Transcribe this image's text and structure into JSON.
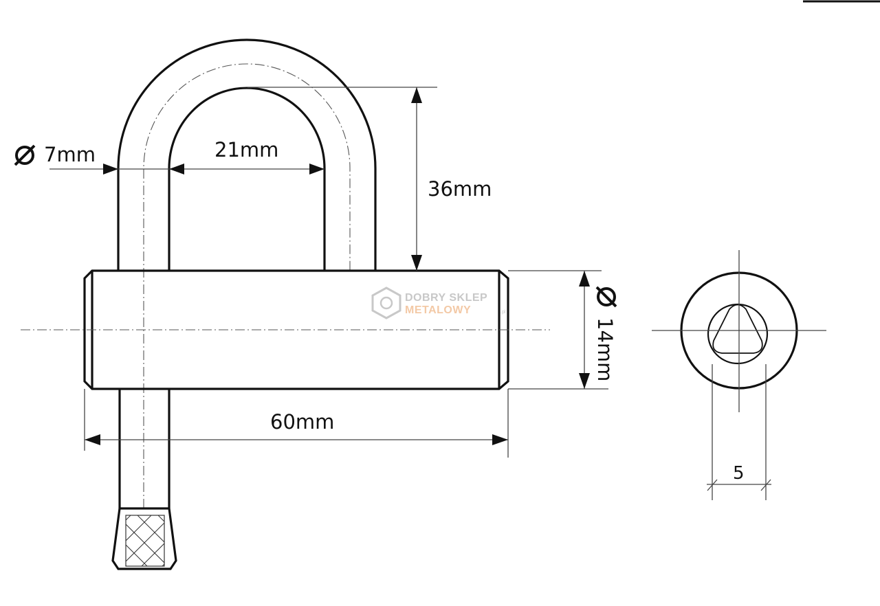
{
  "dimensions": {
    "shackle_diameter": "7mm",
    "shackle_inner_width": "21mm",
    "shackle_height": "36mm",
    "body_diameter": "14mm",
    "body_length": "60mm",
    "key_width": "5"
  },
  "watermark": {
    "line1": "DOBRY SKLEP",
    "line2": "METALOWY",
    "suffix": ".pl"
  }
}
